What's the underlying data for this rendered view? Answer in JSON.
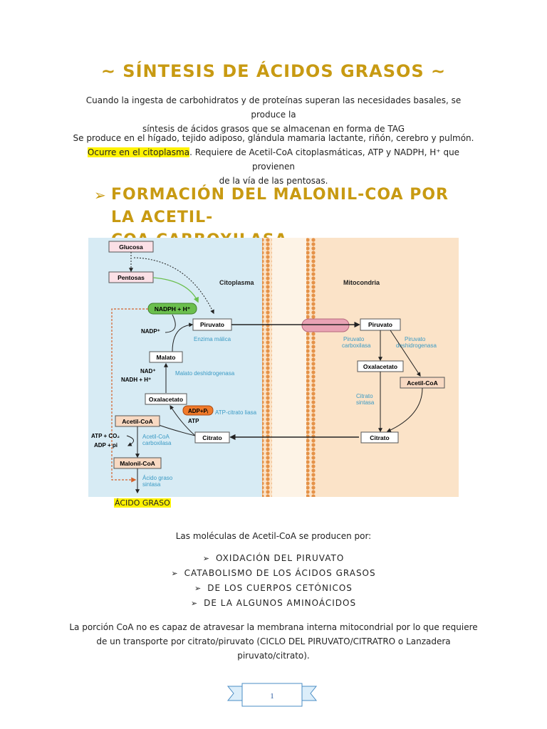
{
  "document": {
    "title": "~ SÍNTESIS DE ÁCIDOS GRASOS ~",
    "intro_line1": "Cuando la ingesta de carbohidratos y de proteínas superan las necesidades basales, se produce la",
    "intro_line2": "síntesis de ácidos grasos que se almacenan en forma de TAG",
    "location_line1": "Se produce en el hígado, tejido adiposo, glándula mamaria lactante, riñón, cerebro y pulmón.",
    "location_highlight": "Ocurre en el citoplasma",
    "location_line2_rest": ". Requiere de Acetil-CoA citoplasmáticas, ATP y NADPH, H⁺ que provienen",
    "location_line3": "de la vía de las pentosas.",
    "section_heading_line1": "FORMACIÓN DEL MALONIL-COA POR LA ACETIL-",
    "section_heading_line2": "COA CARBOXILASA",
    "section_arrow": "➢",
    "acid_label": "ÁCIDO GRASO",
    "acetyl_intro": "Las moléculas de Acetil-CoA se producen por:",
    "bullet_glyph": "➢",
    "acetyl_sources": [
      "OXIDACIÓN DEL PIRUVATO",
      "CATABOLISMO DE LOS ÁCIDOS GRASOS",
      "DE LOS CUERPOS CETÓNICOS",
      "DE LA ALGUNOS AMINOÁCIDOS"
    ],
    "coa_line1": "La porción CoA no es capaz de atravesar la membrana interna mitocondrial por lo que requiere",
    "coa_line2": "de un transporte por citrato/piruvato (CICLO DEL PIRUVATO/CITRATRO o Lanzadera",
    "coa_line3": "piruvato/citrato).",
    "page_number": "1"
  },
  "diagram": {
    "cytoplasm_label": "Citoplasma",
    "mitochondria_label": "Mitocondria",
    "glucosa": "Glucosa",
    "pentosas": "Pentosas",
    "nadph": "NADPH + H⁺",
    "nadp": "NADP⁺",
    "piruvato_cyto": "Piruvato",
    "enzima_malica": "Enzima málica",
    "malato": "Malato",
    "nad": "NAD⁺",
    "nadh": "NADH + H⁺",
    "malato_dh": "Malato deshidrogenasa",
    "oxalacetato_cyto": "Oxalacetato",
    "adp_pi": "ADP+Pᵢ",
    "atp_citrato_liasa": "ATP-citrato liasa",
    "atp": "ATP",
    "acetil_coa_cyto": "Acetil-CoA",
    "citrato_cyto": "Citrato",
    "atp_co2": "ATP + CO₂",
    "adp_pi2": "ADP + pi",
    "acc": "Acetil-CoA",
    "acc2": "carboxilasa",
    "malonil": "Malonil-CoA",
    "ags1": "Ácido graso",
    "ags2": "sintasa",
    "piruvato_mito": "Piruvato",
    "pc1": "Piruvato",
    "pc2": "carboxilasa",
    "pdh1": "Piruvato",
    "pdh2": "deshidrogenasa",
    "oxalacetato_mito": "Oxalacetato",
    "acetil_coa_mito": "Acetil-CoA",
    "cs1": "Citrato",
    "cs2": "sintasa",
    "citrato_mito": "Citrato"
  },
  "colors": {
    "heading": "#c89a12",
    "highlight": "#fff200",
    "cytoplasm_bg": "#d7ebf4",
    "mito_bg": "#fbe3c8",
    "enzyme_text": "#3a9ac4",
    "transporter": "#e9a3b4"
  }
}
